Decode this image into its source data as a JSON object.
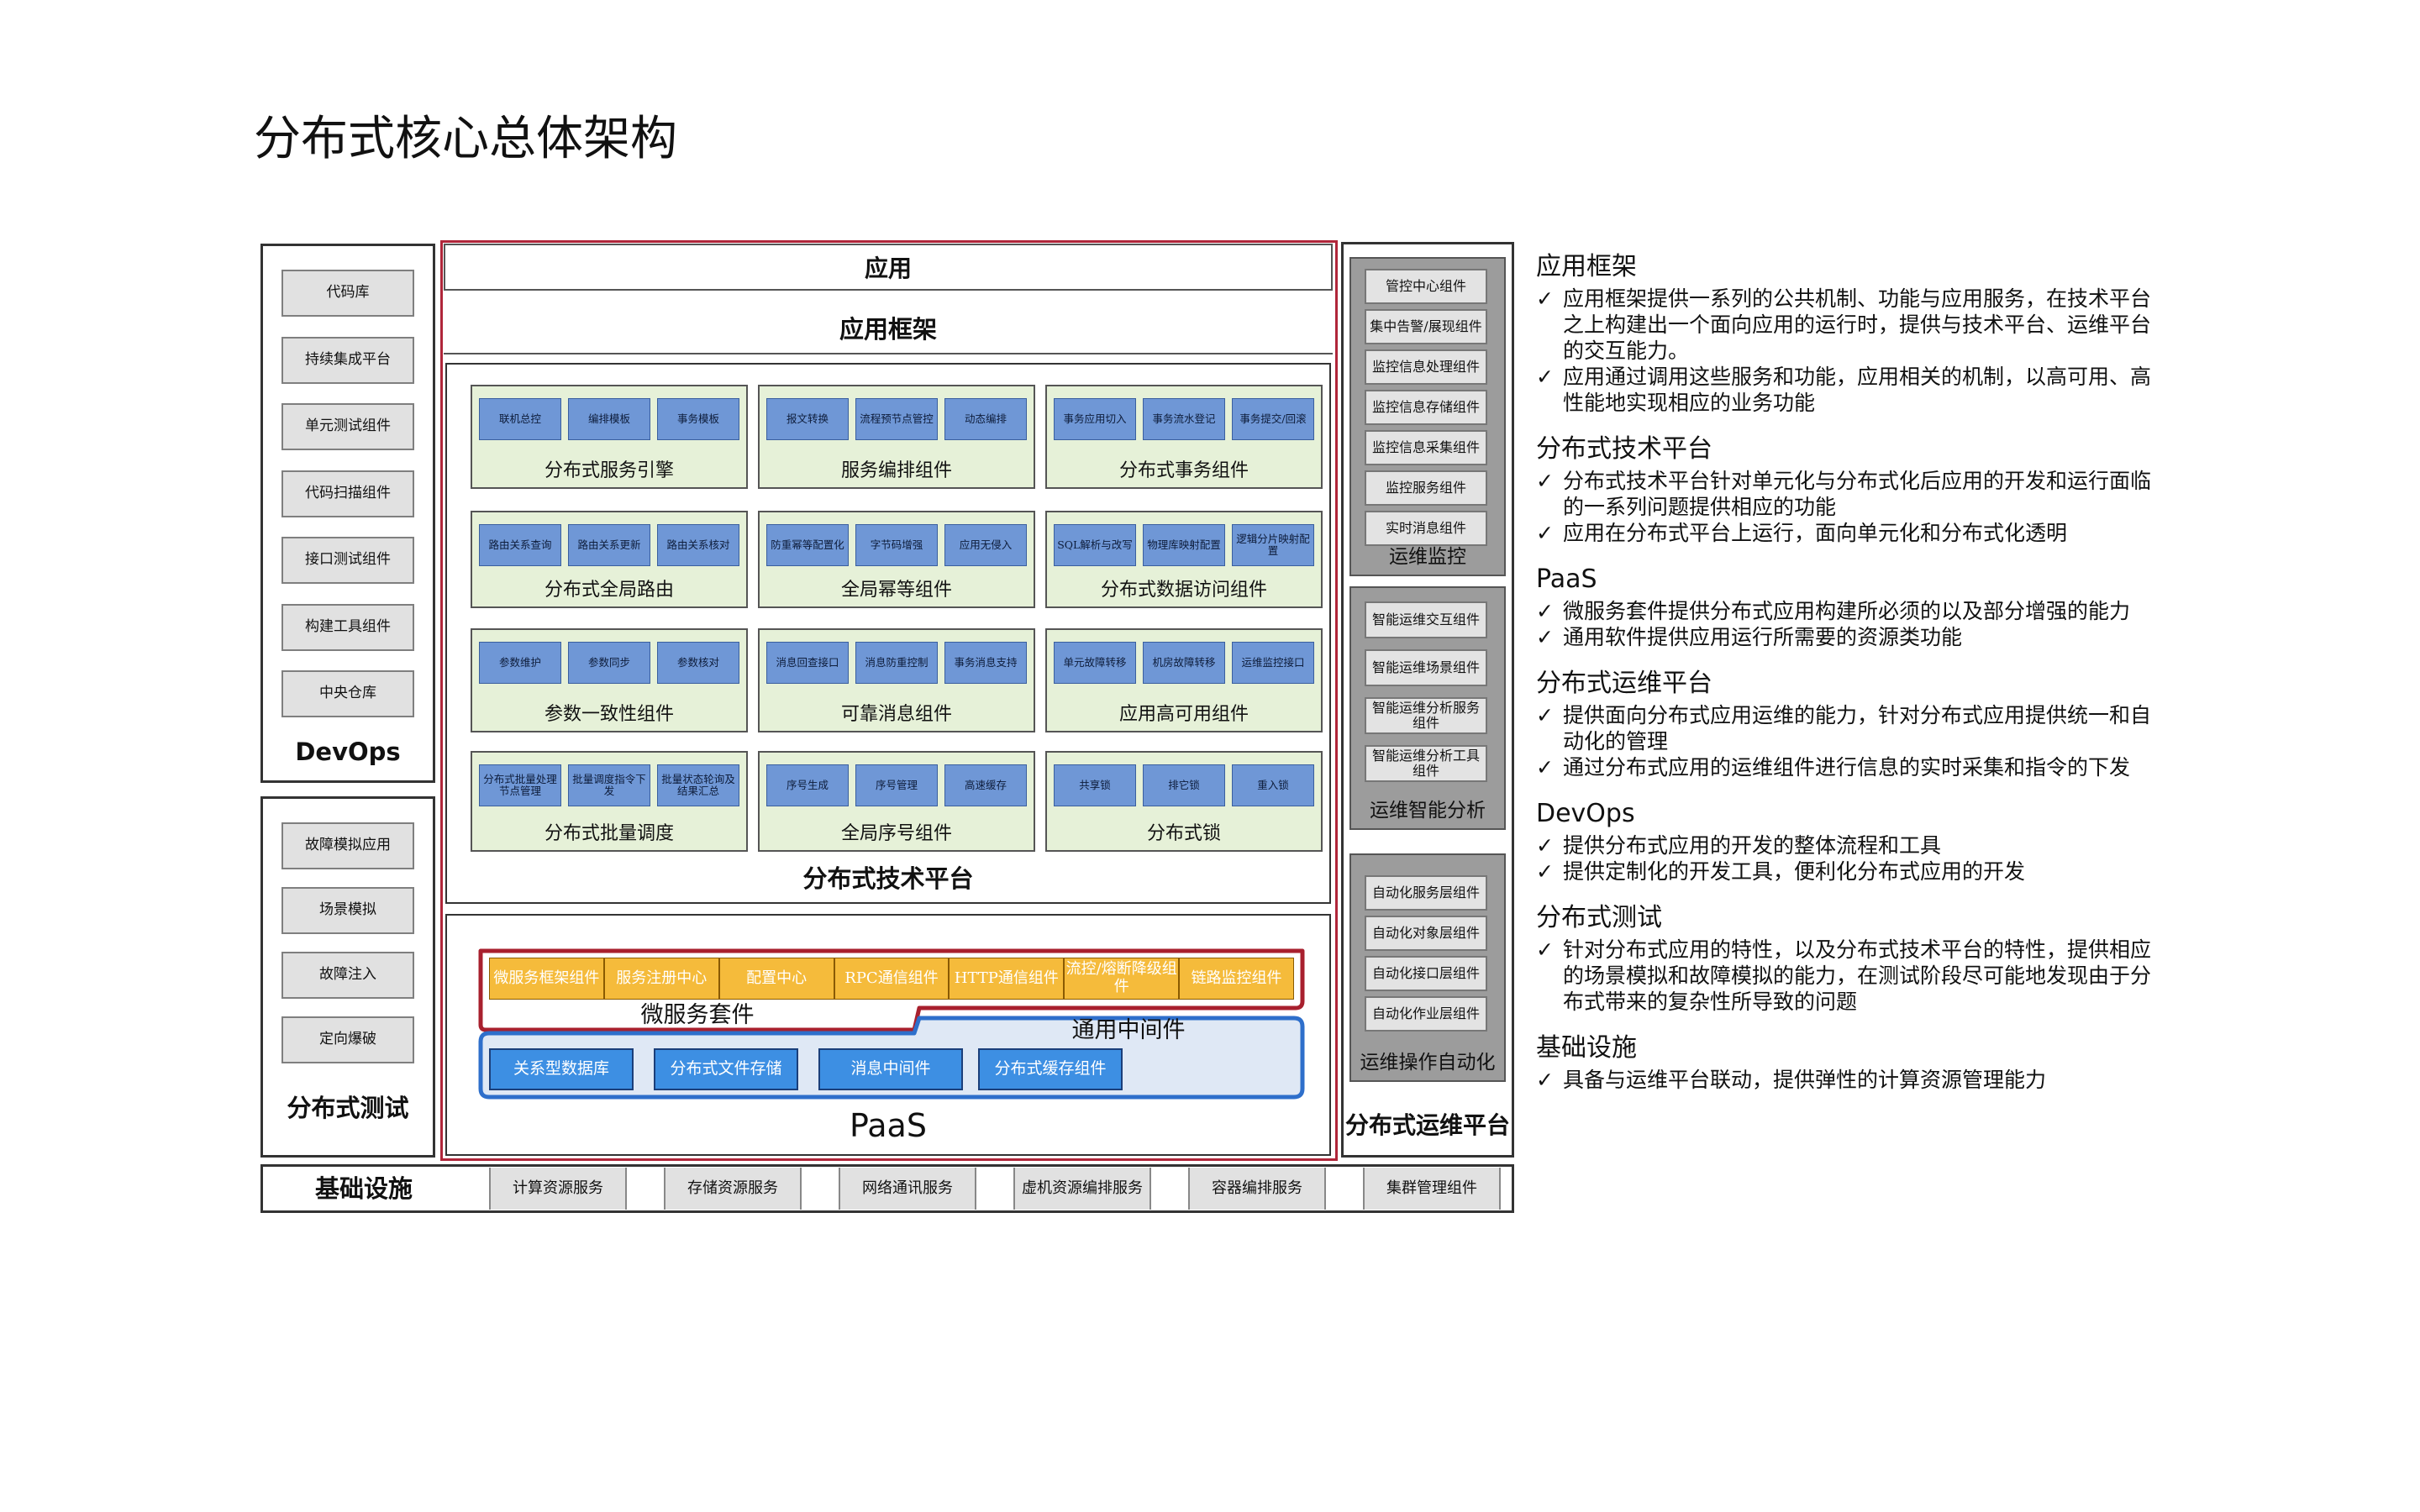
{
  "title": "分布式核心总体架构",
  "check_mark": "✓",
  "devops": {
    "items": [
      "代码库",
      "持续集成平台",
      "单元测试组件",
      "代码扫描组件",
      "接口测试组件",
      "构建工具组件",
      "中央仓库"
    ],
    "label": "DevOps"
  },
  "testing": {
    "items": [
      "故障模拟应用",
      "场景模拟",
      "故障注入",
      "定向爆破"
    ],
    "label": "分布式测试"
  },
  "app": {
    "label": "应用"
  },
  "framework": {
    "label": "应用框架"
  },
  "tech_platform": {
    "label": "分布式技术平台",
    "components": [
      {
        "subs": [
          "联机总控",
          "编排模板",
          "事务模板"
        ],
        "label": "分布式服务引擎"
      },
      {
        "subs": [
          "报文转换",
          "流程预节点管控",
          "动态编排"
        ],
        "label": "服务编排组件"
      },
      {
        "subs": [
          "事务应用切入",
          "事务流水登记",
          "事务提交/回滚"
        ],
        "label": "分布式事务组件"
      },
      {
        "subs": [
          "路由关系查询",
          "路由关系更新",
          "路由关系核对"
        ],
        "label": "分布式全局路由"
      },
      {
        "subs": [
          "防重幂等配置化",
          "字节码增强",
          "应用无侵入"
        ],
        "label": "全局幂等组件"
      },
      {
        "subs": [
          "SQL解析与改写",
          "物理库映射配置",
          "逻辑分片映射配置"
        ],
        "label": "分布式数据访问组件"
      },
      {
        "subs": [
          "参数维护",
          "参数同步",
          "参数核对"
        ],
        "label": "参数一致性组件"
      },
      {
        "subs": [
          "消息回查接口",
          "消息防重控制",
          "事务消息支持"
        ],
        "label": "可靠消息组件"
      },
      {
        "subs": [
          "单元故障转移",
          "机房故障转移",
          "运维监控接口"
        ],
        "label": "应用高可用组件"
      },
      {
        "subs": [
          "分布式批量处理节点管理",
          "批量调度指令下发",
          "批量状态轮询及结果汇总"
        ],
        "label": "分布式批量调度"
      },
      {
        "subs": [
          "序号生成",
          "序号管理",
          "高速缓存"
        ],
        "label": "全局序号组件"
      },
      {
        "subs": [
          "共享锁",
          "排它锁",
          "重入锁"
        ],
        "label": "分布式锁"
      }
    ]
  },
  "paas": {
    "label": "PaaS",
    "microservice": {
      "label": "微服务套件",
      "items": [
        "微服务框架组件",
        "服务注册中心",
        "配置中心",
        "RPC通信组件",
        "HTTP通信组件",
        "流控/熔断降级组件",
        "链路监控组件"
      ]
    },
    "middleware": {
      "label": "通用中间件",
      "items": [
        "关系型数据库",
        "分布式文件存储",
        "消息中间件",
        "分布式缓存组件"
      ]
    }
  },
  "ops_platform": {
    "label": "分布式运维平台",
    "groups": [
      {
        "label": "运维监控",
        "items": [
          "管控中心组件",
          "集中告警/展现组件",
          "监控信息处理组件",
          "监控信息存储组件",
          "监控信息采集组件",
          "监控服务组件",
          "实时消息组件"
        ]
      },
      {
        "label": "运维智能分析",
        "items": [
          "智能运维交互组件",
          "智能运维场景组件",
          "智能运维分析服务组件",
          "智能运维分析工具组件"
        ]
      },
      {
        "label": "运维操作自动化",
        "items": [
          "自动化服务层组件",
          "自动化对象层组件",
          "自动化接口层组件",
          "自动化作业层组件"
        ]
      }
    ]
  },
  "infra": {
    "label": "基础设施",
    "items": [
      "计算资源服务",
      "存储资源服务",
      "网络通讯服务",
      "虚机资源编排服务",
      "容器编排服务",
      "集群管理组件"
    ]
  },
  "descriptions": [
    {
      "heading": "应用框架",
      "items": [
        "应用框架提供一系列的公共机制、功能与应用服务，在技术平台之上构建出一个面向应用的运行时，提供与技术平台、运维平台的交互能力。",
        "应用通过调用这些服务和功能，应用相关的机制，以高可用、高性能地实现相应的业务功能"
      ]
    },
    {
      "heading": "分布式技术平台",
      "items": [
        "分布式技术平台针对单元化与分布式化后应用的开发和运行面临的一系列问题提供相应的功能",
        "应用在分布式平台上运行，面向单元化和分布式化透明"
      ]
    },
    {
      "heading": "PaaS",
      "items": [
        "微服务套件提供分布式应用构建所必须的以及部分增强的能力",
        "通用软件提供应用运行所需要的资源类功能"
      ]
    },
    {
      "heading": "分布式运维平台",
      "items": [
        "提供面向分布式应用运维的能力，针对分布式应用提供统一和自动化的管理",
        "通过分布式应用的运维组件进行信息的实时采集和指令的下发"
      ]
    },
    {
      "heading": "DevOps",
      "items": [
        "提供分布式应用的开发的整体流程和工具",
        "提供定制化的开发工具，便利化分布式应用的开发"
      ]
    },
    {
      "heading": "分布式测试",
      "items": [
        "针对分布式应用的特性，以及分布式技术平台的特性，提供相应的场景模拟和故障模拟的能力，在测试阶段尽可能地发现由于分布式带来的复杂性所导致的问题"
      ]
    },
    {
      "heading": "基础设施",
      "items": [
        "具备与运维平台联动，提供弹性的计算资源管理能力"
      ]
    }
  ]
}
